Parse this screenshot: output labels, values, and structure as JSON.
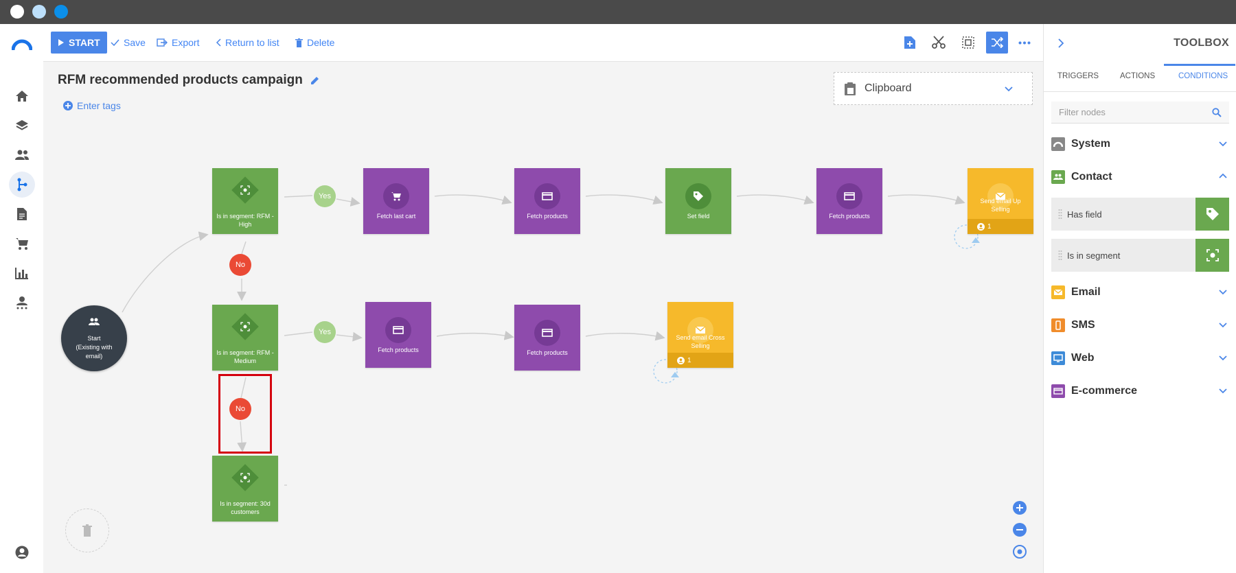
{
  "window_controls": [
    "close",
    "minimize",
    "maximize"
  ],
  "toolbar": {
    "start": "START",
    "save": "Save",
    "export": "Export",
    "return": "Return to list",
    "delete": "Delete"
  },
  "campaign": {
    "title": "RFM recommended products campaign",
    "tags": "Enter tags"
  },
  "clipboard": {
    "label": "Clipboard"
  },
  "nodes": {
    "start": {
      "line1": "Start",
      "line2": "(Existing with",
      "line3": "email)"
    },
    "rfm_high": "Is in segment: RFM - High",
    "fetch_cart": "Fetch last cart",
    "fetch1": "Fetch products",
    "set_field": "Set field",
    "fetch2": "Fetch products",
    "send_up": "Send email Up Selling",
    "send_up_count": "1",
    "rfm_medium": "Is in segment: RFM - Medium",
    "fetch3": "Fetch products",
    "fetch4": "Fetch products",
    "send_cross": "Send email Cross Selling",
    "send_cross_count": "1",
    "seg_30d": "Is in segment: 30d customers"
  },
  "branches": {
    "yes": "Yes",
    "no": "No"
  },
  "toolbox": {
    "title": "TOOLBOX",
    "tabs": [
      "TRIGGERS",
      "ACTIONS",
      "CONDITIONS"
    ],
    "active_tab": "CONDITIONS",
    "filter_placeholder": "Filter nodes",
    "categories": {
      "system": "System",
      "contact": "Contact",
      "email": "Email",
      "sms": "SMS",
      "web": "Web",
      "ecommerce": "E-commerce"
    },
    "contact_items": [
      "Has field",
      "Is in segment"
    ]
  },
  "colors": {
    "accent": "#4a86e8",
    "green": "#6aa84f",
    "purple": "#8e4bac",
    "yellow": "#f6b92b",
    "red": "#ea4a35",
    "highlight": "#d4000e"
  }
}
